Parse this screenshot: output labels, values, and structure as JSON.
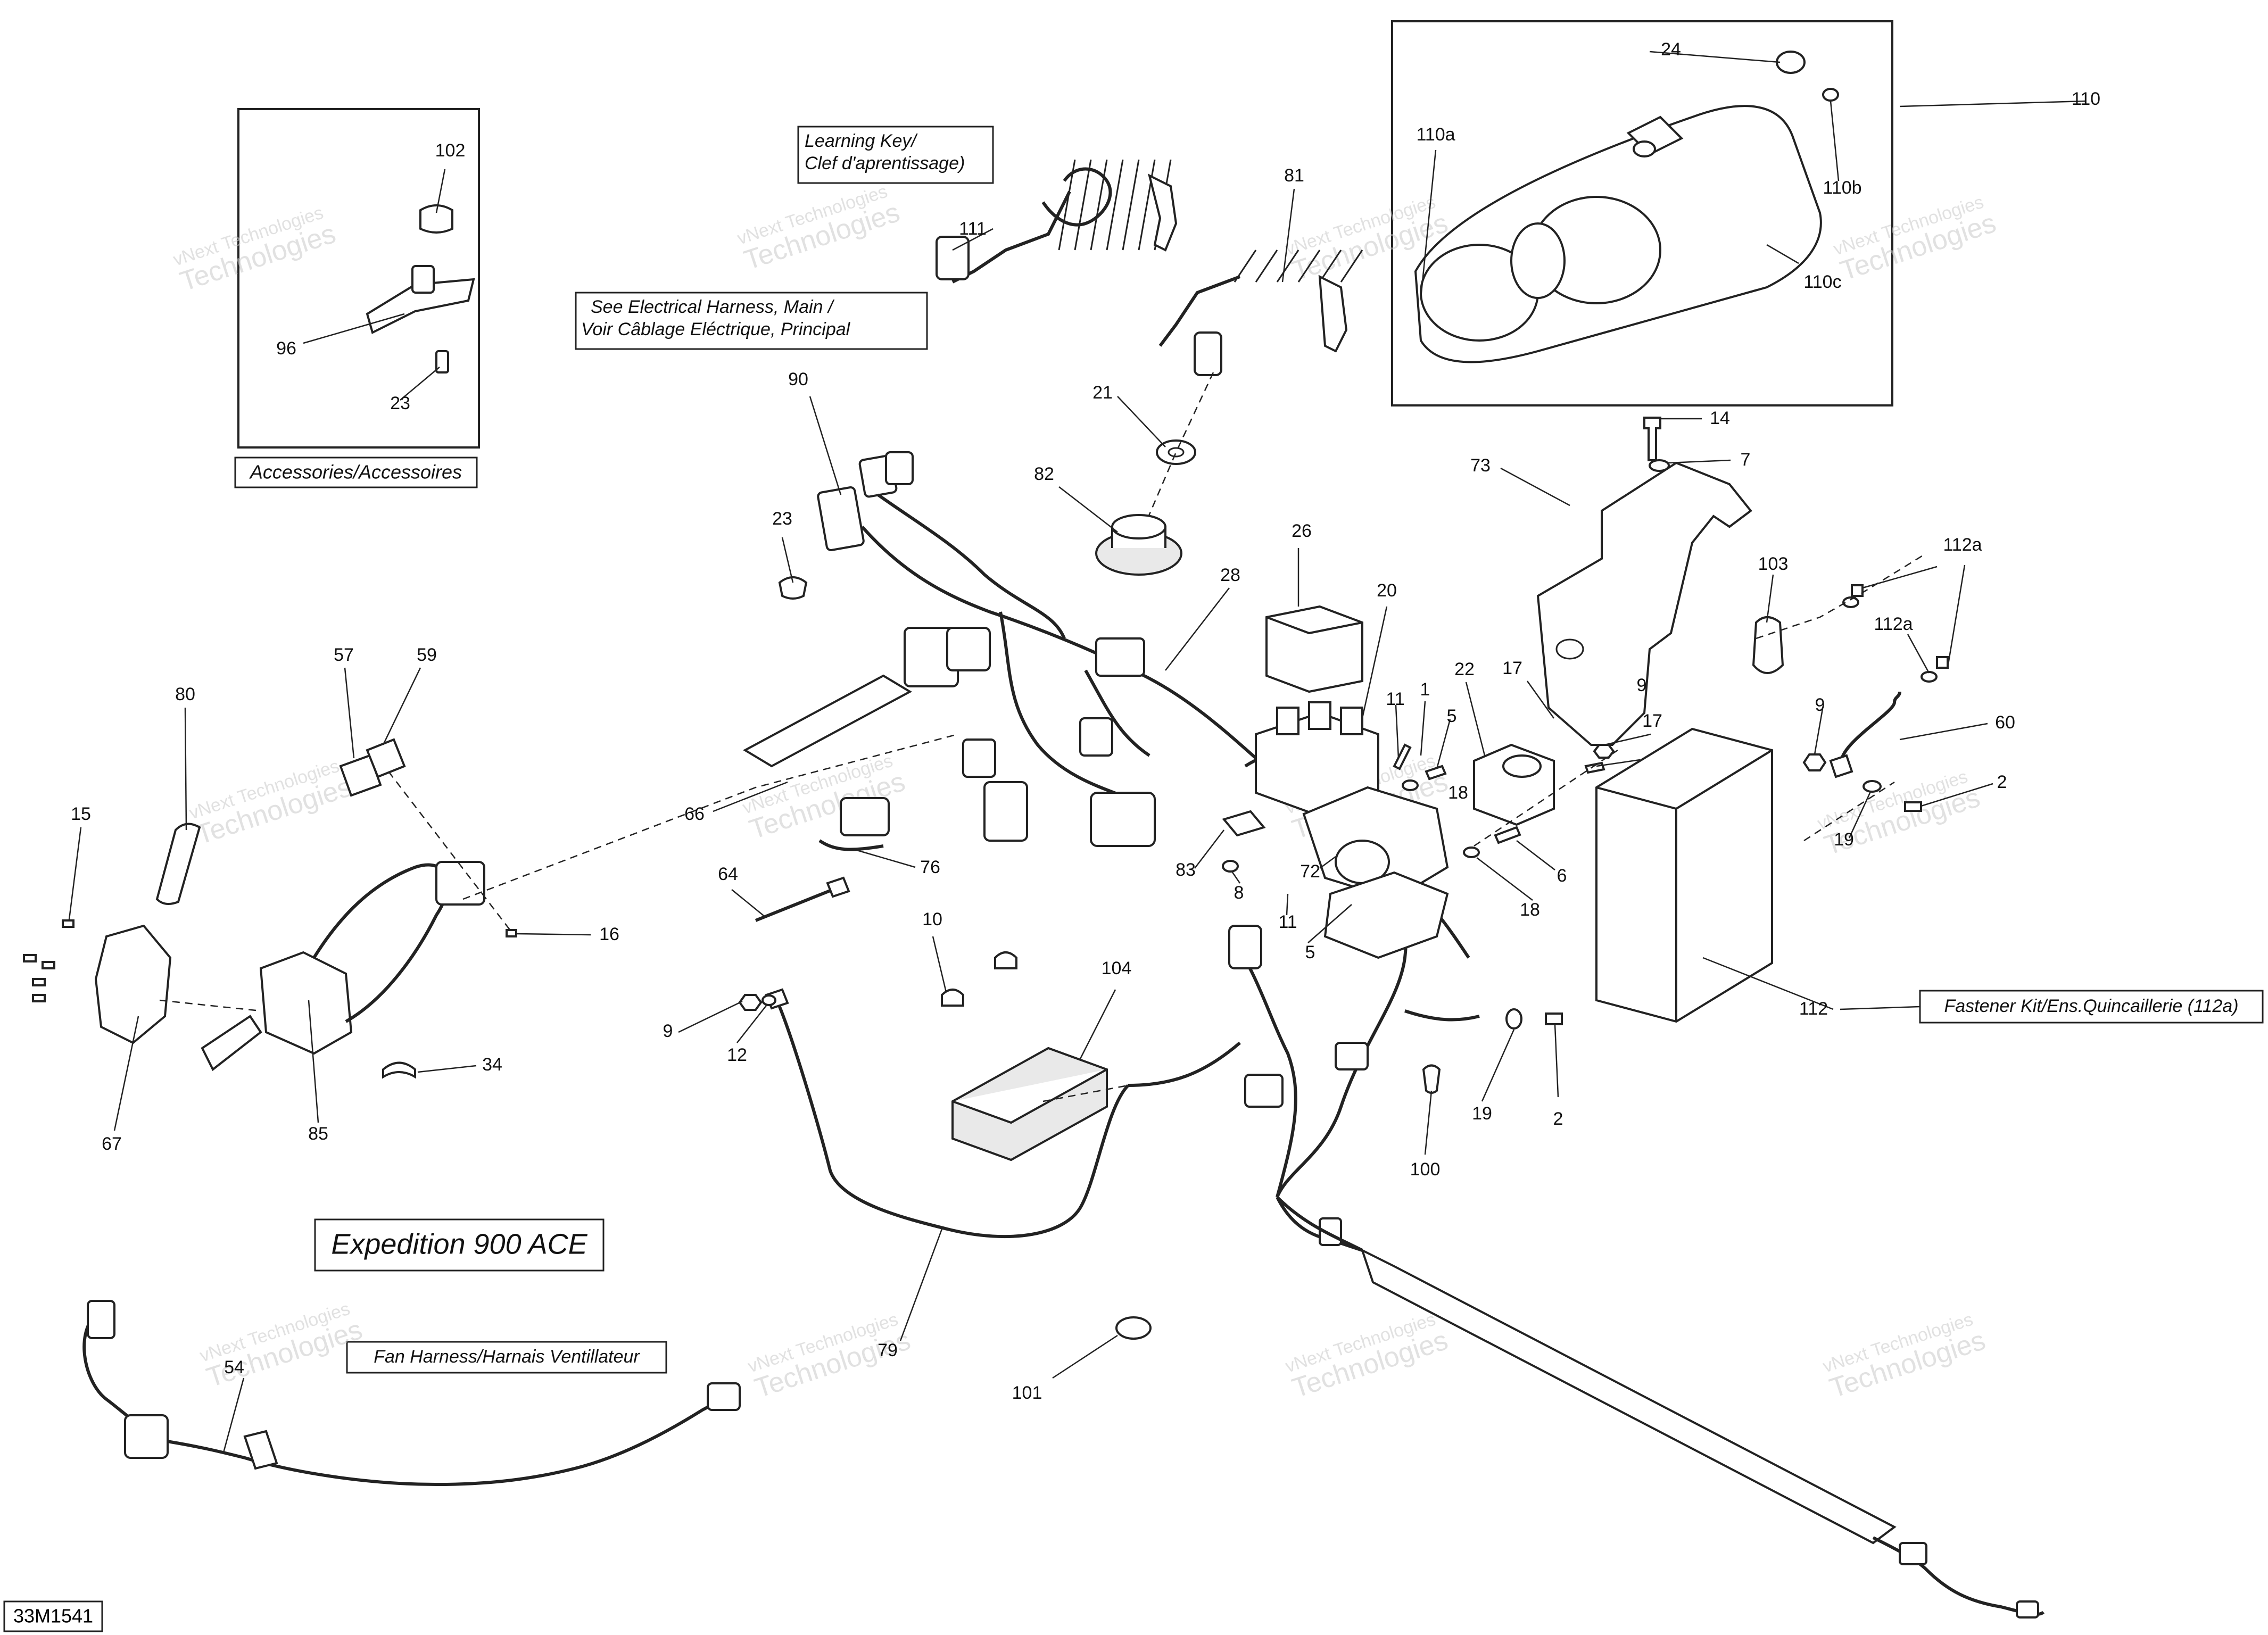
{
  "diagram_code": "33M1541",
  "model_title": "Expedition 900 ACE",
  "notes": {
    "learning_key": [
      "Learning Key/",
      "Clef d'aprentissage)"
    ],
    "see_harness": [
      "See Electrical Harness, Main /",
      "Voir Câblage Eléctrique, Principal"
    ],
    "accessories": "Accessories/Accessoires",
    "fastener_kit": "Fastener Kit/Ens.Quincaillerie (112a)",
    "fan_harness": "Fan Harness/Harnais Ventillateur"
  },
  "watermark": [
    "vNext Technologies",
    "Technologies"
  ],
  "callouts": {
    "c102": "102",
    "c96": "96",
    "c23a": "23",
    "c111": "111",
    "c81": "81",
    "c21": "21",
    "c82": "82",
    "c90": "90",
    "c23b": "23",
    "c24": "24",
    "c110": "110",
    "c110a": "110a",
    "c110b": "110b",
    "c110c": "110c",
    "c14": "14",
    "c7": "7",
    "c73": "73",
    "c103": "103",
    "c112a1": "112a",
    "c112a2": "112a",
    "c26": "26",
    "c28": "28",
    "c20": "20",
    "c22": "22",
    "c17a": "17",
    "c17b": "17",
    "c9a": "9",
    "c9b": "9",
    "c11a": "11",
    "c1": "1",
    "c5a": "5",
    "c18a": "18",
    "c60": "60",
    "c2a": "2",
    "c19a": "19",
    "c57": "57",
    "c59": "59",
    "c80": "80",
    "c15": "15",
    "c66": "66",
    "c76": "76",
    "c64": "64",
    "c16": "16",
    "c83": "83",
    "c8": "8",
    "c72": "72",
    "c11b": "11",
    "c5b": "5",
    "c6": "6",
    "c18b": "18",
    "c10": "10",
    "c104": "104",
    "c112": "112",
    "c9c": "9",
    "c12": "12",
    "c34": "34",
    "c67": "67",
    "c85": "85",
    "c100": "100",
    "c19b": "19",
    "c2b": "2",
    "c79": "79",
    "c101": "101",
    "c54": "54"
  },
  "colors": {
    "line": "#222222",
    "background": "#ffffff",
    "watermark": "#c9c9c9"
  }
}
